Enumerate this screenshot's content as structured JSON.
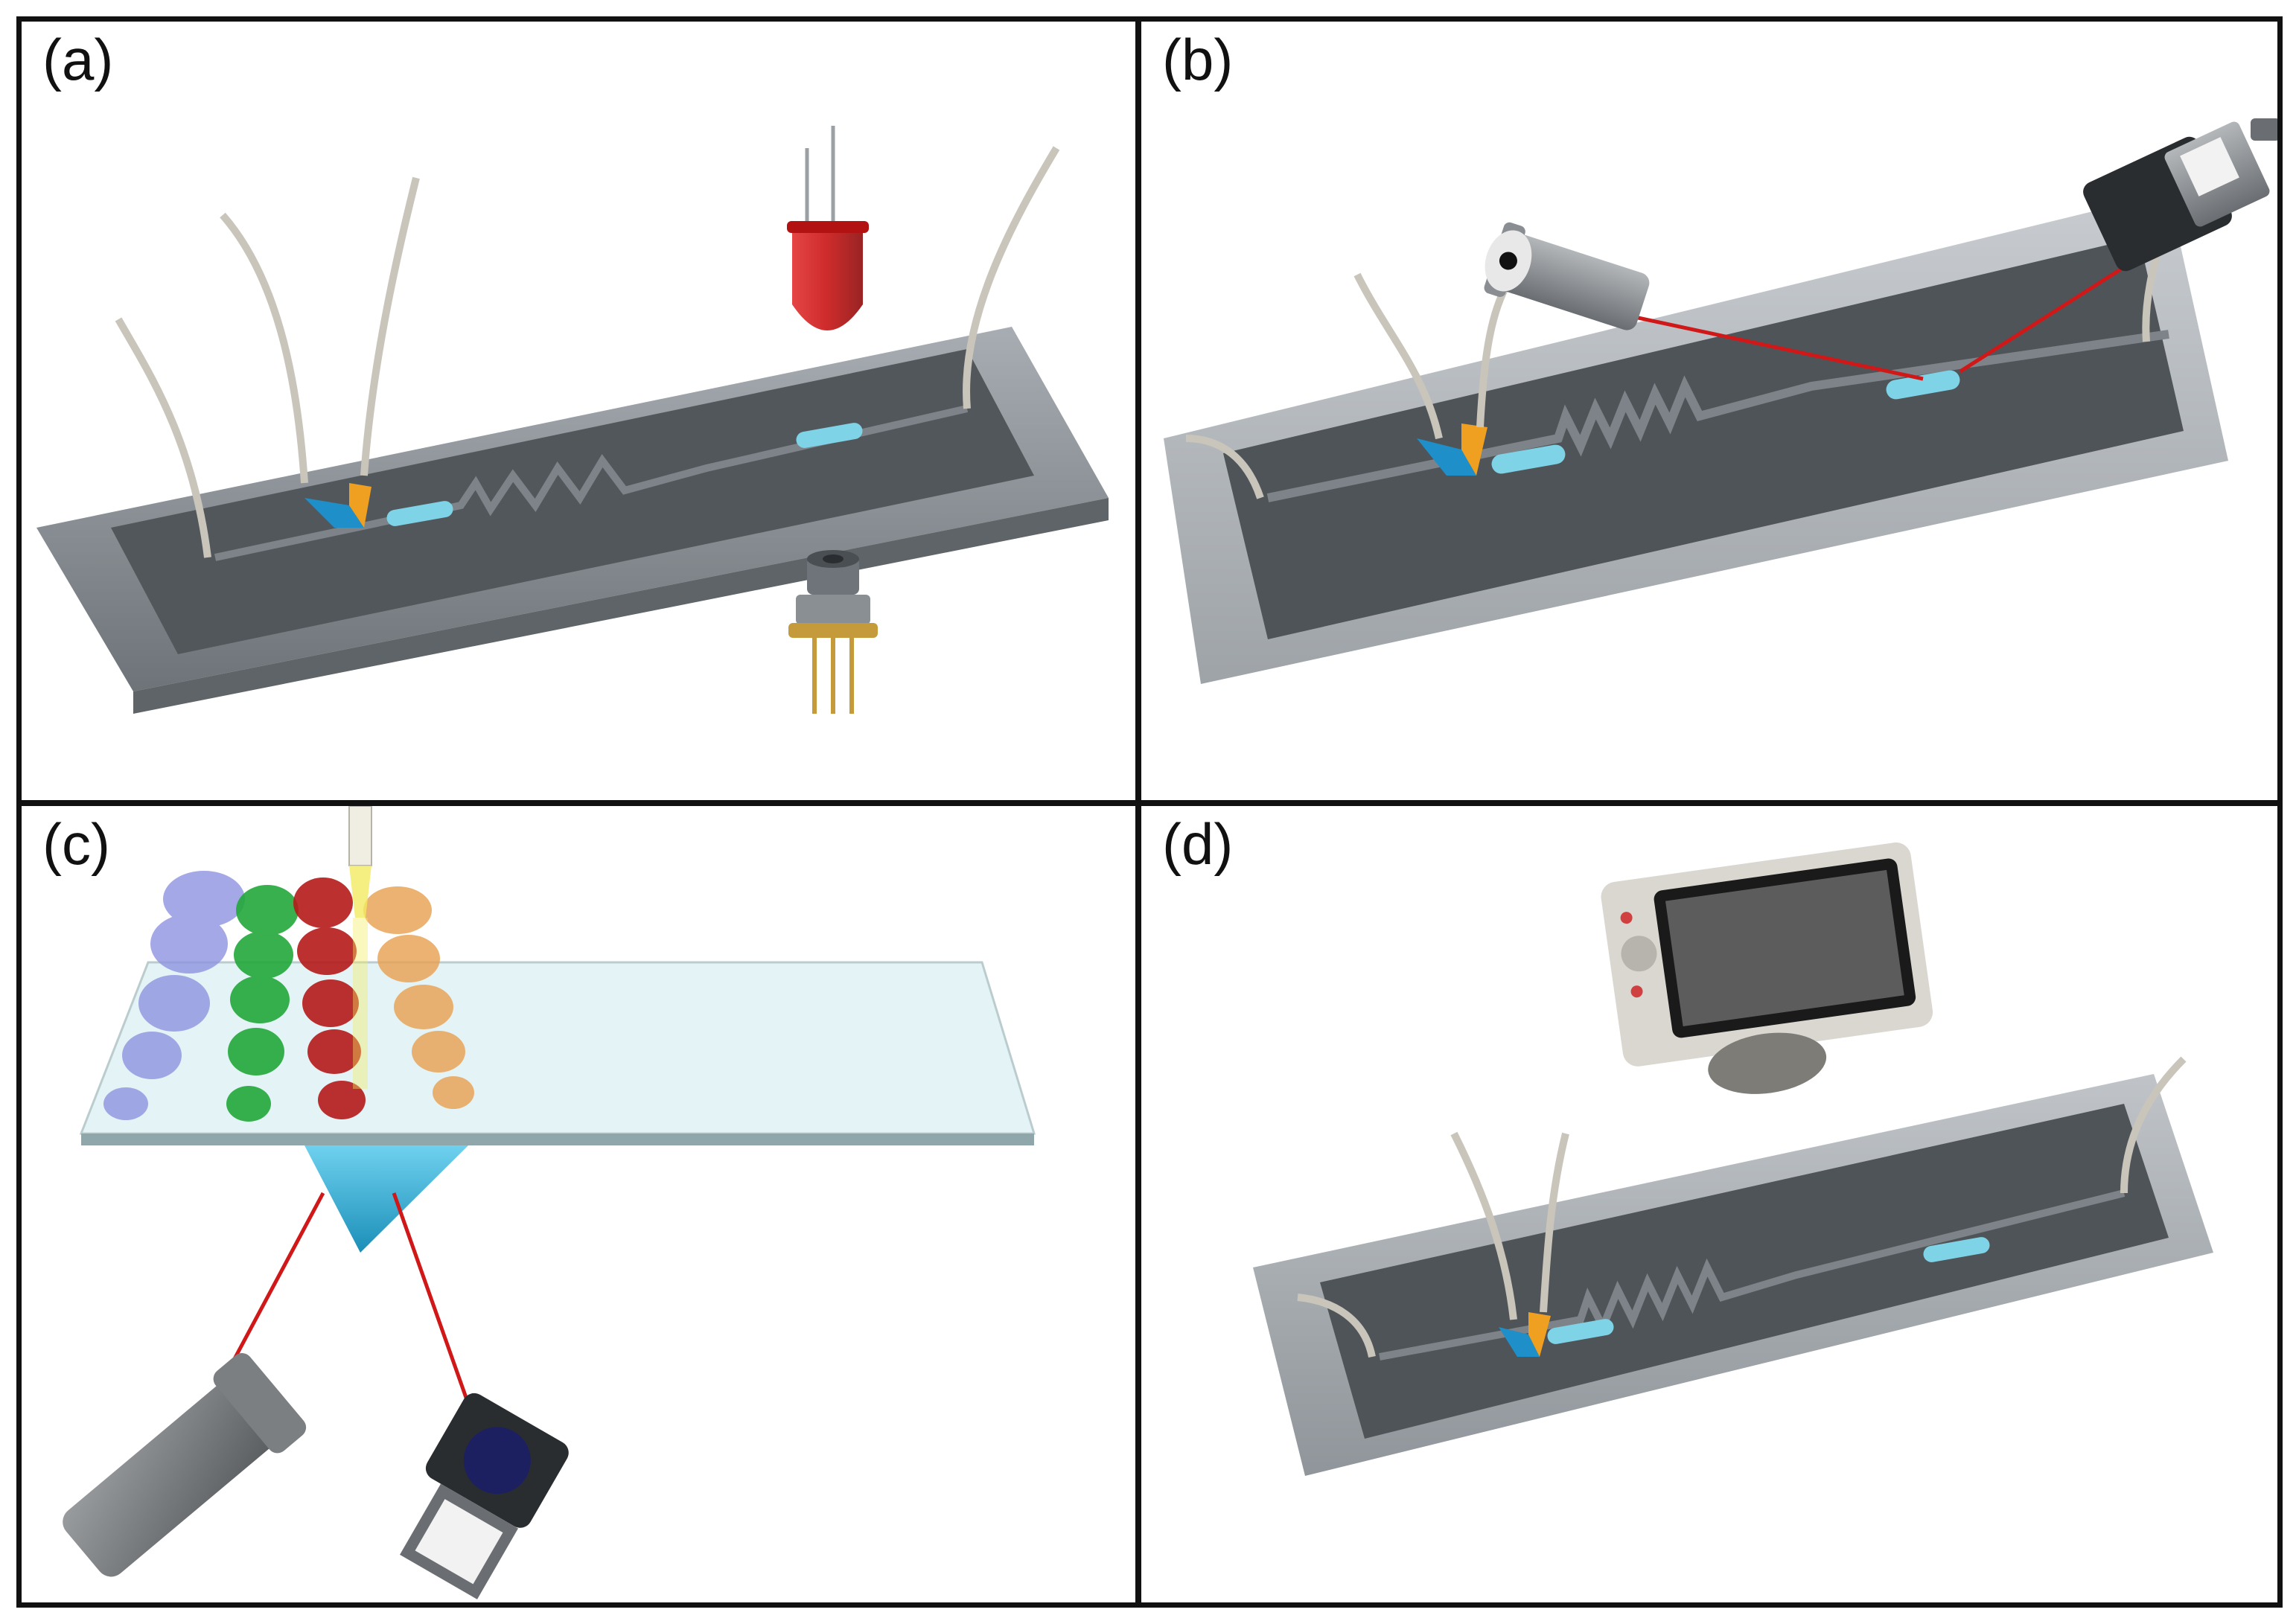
{
  "panels": [
    {
      "id": "a",
      "label": "(a)"
    },
    {
      "id": "b",
      "label": "(b)"
    },
    {
      "id": "c",
      "label": "(c)"
    },
    {
      "id": "d",
      "label": "(d)"
    }
  ],
  "colors": {
    "chip_body": "#8f959a",
    "chip_well": "#4b5055",
    "channel": "#6e7479",
    "tubing": "#c9c5bb",
    "mixer_blue": "#1e8fc8",
    "mixer_orange": "#f0a020",
    "detection_zone": "#7fd3e6",
    "laser_beam": "#d01818",
    "led_red": "#c81414",
    "glass_slide": "#d9eef2",
    "prism": "#38b7e0",
    "droplet_blue": "#8f93e0",
    "droplet_green": "#22a83a",
    "droplet_red": "#b51a1a",
    "droplet_orange": "#e8a050",
    "pipette_light": "#f2ea60"
  }
}
